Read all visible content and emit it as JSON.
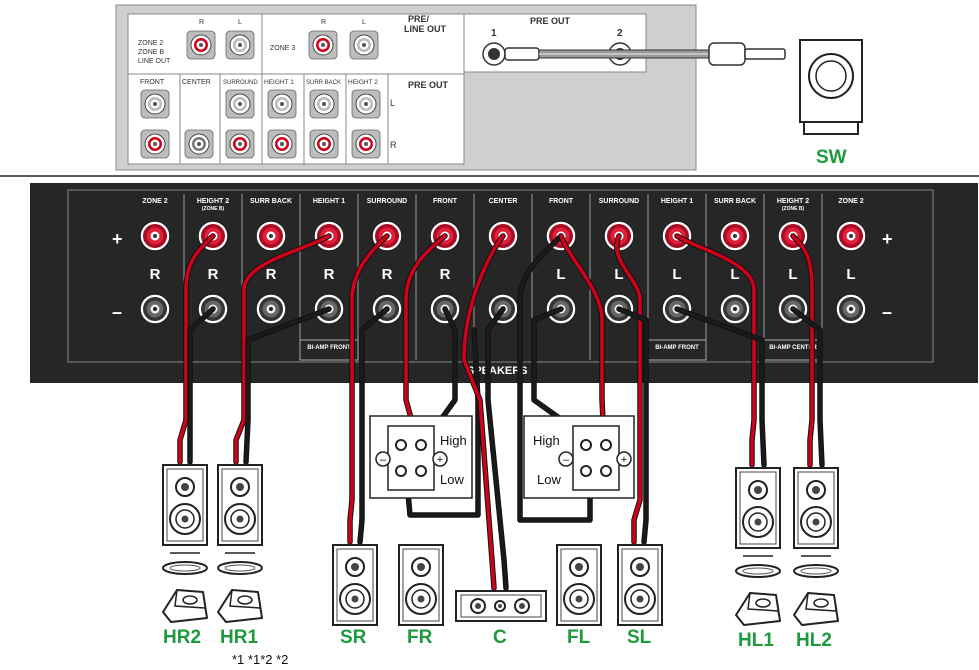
{
  "rca_panel": {
    "zone2": "ZONE 2",
    "zone_b": "ZONE B",
    "line_out": "LINE OUT",
    "zone3": "ZONE 3",
    "r": "R",
    "l": "L",
    "pre_line_out_1": "PRE/",
    "pre_line_out_2": "LINE OUT",
    "pre_out": "PRE OUT",
    "bottom_labels": [
      "FRONT",
      "CENTER",
      "SURROUND",
      "HEIGHT 1",
      "SURR BACK",
      "HEIGHT 2"
    ],
    "pre_out_ports": [
      "1",
      "2"
    ]
  },
  "subwoofer": {
    "label": "SW"
  },
  "speaker_panel": {
    "title": "SPEAKERS",
    "plus": "+",
    "minus": "–",
    "headers": [
      "ZONE 2",
      "HEIGHT 2",
      "SURR BACK",
      "HEIGHT 1",
      "SURROUND",
      "FRONT",
      "CENTER",
      "FRONT",
      "SURROUND",
      "HEIGHT 1",
      "SURR BACK",
      "HEIGHT 2",
      "ZONE 2"
    ],
    "zone_b_tag": "(ZONE B)",
    "channel_letters": [
      "R",
      "R",
      "R",
      "R",
      "R",
      "R",
      "",
      "L",
      "L",
      "L",
      "L",
      "L",
      "L"
    ],
    "biamp_front": "BI-AMP FRONT",
    "biamp_center": "BI-AMP CENTER"
  },
  "biamp_boxes": {
    "high": "High",
    "low": "Low"
  },
  "speakers": [
    {
      "id": "HR2",
      "label": "HR2"
    },
    {
      "id": "HR1",
      "label": "HR1"
    },
    {
      "id": "SR",
      "label": "SR"
    },
    {
      "id": "FR",
      "label": "FR"
    },
    {
      "id": "C",
      "label": "C"
    },
    {
      "id": "FL",
      "label": "FL"
    },
    {
      "id": "SL",
      "label": "SL"
    },
    {
      "id": "HL1",
      "label": "HL1"
    },
    {
      "id": "HL2",
      "label": "HL2"
    }
  ],
  "footnote": "*1 *1*2 *2",
  "colors": {
    "panel_dark": "#262626",
    "panel_light": "#cfcfcf",
    "terminal_red": "#c8102e",
    "wire_red": "#d0021b",
    "label_green": "#1e9a3e"
  }
}
